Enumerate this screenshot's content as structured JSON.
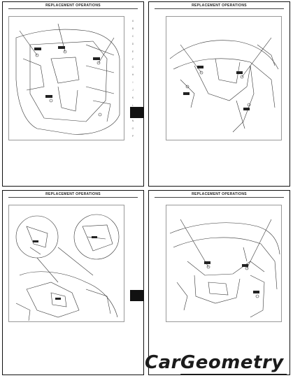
{
  "pages": [
    {
      "header": "REPLACEMENT OPERATIONS",
      "section": "",
      "subtitle": "",
      "legend_title": "",
      "legend_items": [
        "",
        ""
      ],
      "footer_left": "",
      "footer_mid": "",
      "footer_right": "",
      "tab_label": "",
      "figure_code": ""
    },
    {
      "header": "REPLACEMENT OPERATIONS",
      "section": "",
      "subtitle": "",
      "legend_title": "",
      "legend_items": [
        ""
      ],
      "footer_left": "",
      "footer_mid": "",
      "footer_right": "",
      "site_tag": "",
      "figure_code": ""
    },
    {
      "header": "REPLACEMENT OPERATIONS",
      "section": "",
      "subtitle": "",
      "legend_title": "",
      "legend_items": [
        "",
        ""
      ],
      "section_heading": "",
      "section_note": "",
      "footer_left": "",
      "footer_mid": "",
      "footer_right": "",
      "site_tag": "",
      "tab_label": "",
      "figure_code": ""
    },
    {
      "header": "REPLACEMENT OPERATIONS",
      "section": "",
      "subtitle": "",
      "legend_title": "",
      "legend_items": [
        ""
      ],
      "section_heading": "",
      "section_note": "",
      "footer_left": "",
      "footer_mid": "",
      "footer_right": "",
      "site_tag": "",
      "figure_code": ""
    }
  ],
  "index_letters": [
    "A",
    "B",
    "C",
    "D",
    "E",
    "F",
    "G",
    "H",
    "I",
    "J",
    "K",
    "L",
    "M",
    "N",
    "O",
    "P"
  ],
  "watermark": "CarGeometry"
}
